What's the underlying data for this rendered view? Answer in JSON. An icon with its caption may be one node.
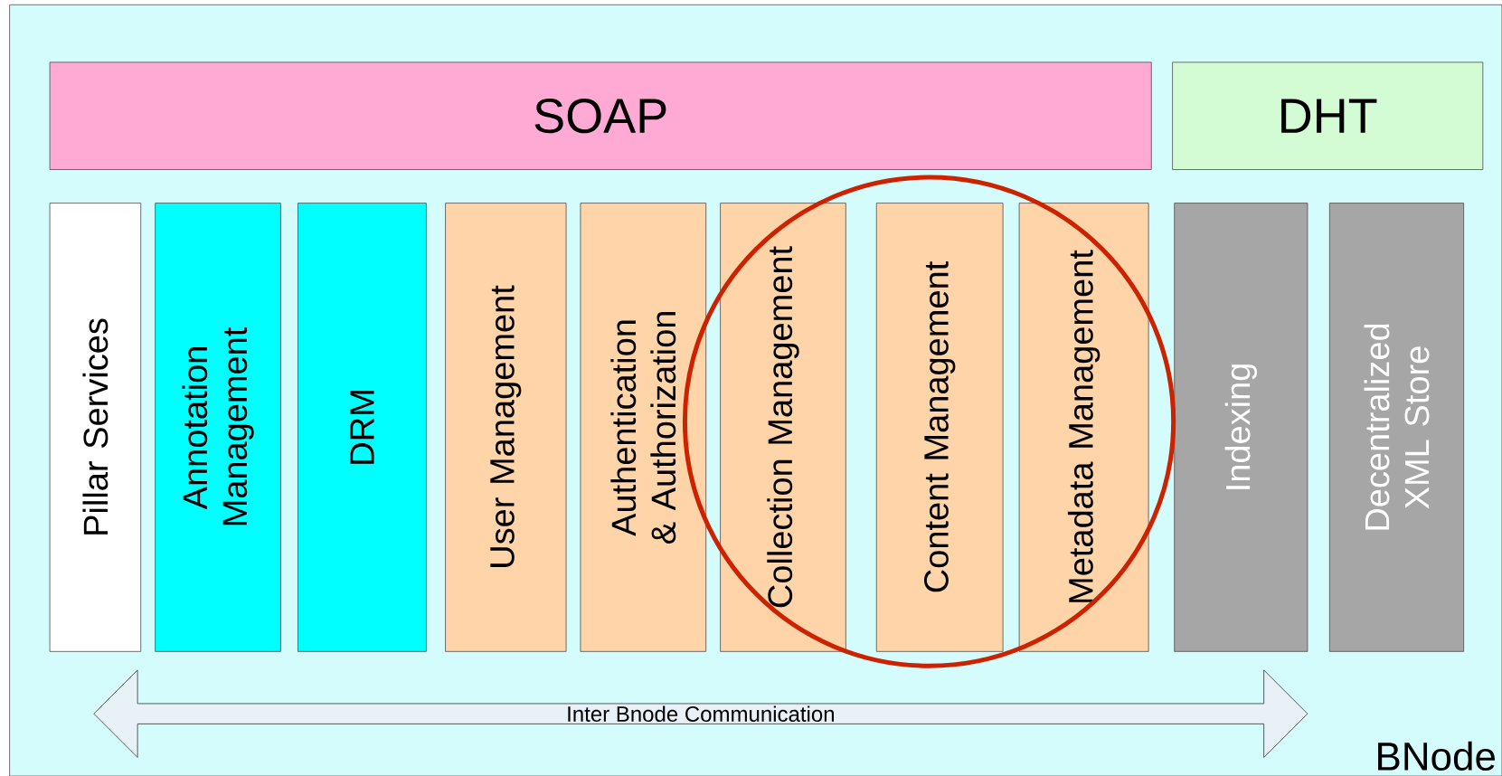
{
  "diagram": {
    "nodes": [
      {
        "text": [
          "BNode"
        ]
      },
      {
        "text": [
          "SOAP"
        ],
        "in": 0
      },
      {
        "text": [
          "DHT"
        ],
        "in": 0
      },
      {
        "text": [
          "Pillar Services"
        ],
        "in": 0
      },
      {
        "text": [
          "Annotation Management"
        ],
        "in": 0
      },
      {
        "text": [
          "DRM"
        ],
        "in": 0
      },
      {
        "text": [
          "User Management"
        ],
        "in": 0
      },
      {
        "text": [
          "Authentication & Authorization"
        ],
        "in": 0
      },
      {
        "text": [
          "Collection Management"
        ],
        "in": 0
      },
      {
        "text": [
          "Content Management"
        ],
        "in": 0
      },
      {
        "text": [
          "Metadata Management"
        ],
        "in": 0
      },
      {
        "text": [
          "Indexing"
        ],
        "in": 0
      },
      {
        "text": [
          "Decentralized XML Store"
        ],
        "in": 0
      },
      {
        "text": [
          "Inter Bnode Communication"
        ],
        "in": 0
      }
    ]
  }
}
